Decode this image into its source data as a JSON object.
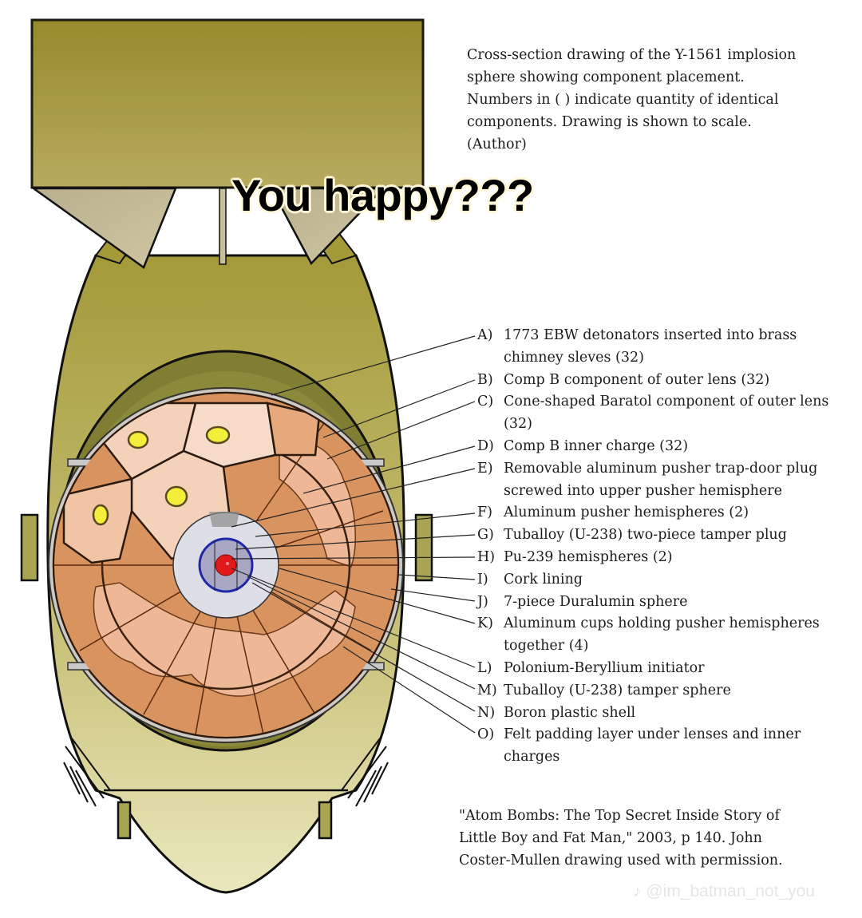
{
  "caption": {
    "lines": [
      "Cross-section drawing of the Y-1561 implosion",
      "sphere showing component placement.",
      "Numbers in ( ) indicate quantity of identical",
      "components.  Drawing is shown to scale.",
      "(Author)"
    ]
  },
  "meme_text": "You happy???",
  "legend": [
    {
      "letter": "A)",
      "text": "1773 EBW detonators inserted into brass chimney sleves (32)"
    },
    {
      "letter": "B)",
      "text": "Comp B component of outer lens (32)"
    },
    {
      "letter": "C)",
      "text": "Cone-shaped Baratol component of outer lens (32)"
    },
    {
      "letter": "D)",
      "text": "Comp B inner charge (32)"
    },
    {
      "letter": "E)",
      "text": "Removable aluminum pusher trap-door plug screwed into upper pusher hemisphere"
    },
    {
      "letter": "F)",
      "text": "Aluminum pusher hemispheres (2)"
    },
    {
      "letter": "G)",
      "text": "Tuballoy (U-238) two-piece tamper plug"
    },
    {
      "letter": "H)",
      "text": "Pu-239 hemispheres (2)"
    },
    {
      "letter": "I)",
      "text": "Cork lining"
    },
    {
      "letter": "J)",
      "text": "7-piece Duralumin sphere"
    },
    {
      "letter": "K)",
      "text": "Aluminum cups holding pusher hemispheres together (4)"
    },
    {
      "letter": "L)",
      "text": "Polonium-Beryllium initiator"
    },
    {
      "letter": "M)",
      "text": "Tuballoy (U-238) tamper sphere"
    },
    {
      "letter": "N)",
      "text": "Boron plastic shell"
    },
    {
      "letter": "O)",
      "text": "Felt padding layer under lenses and inner charges"
    }
  ],
  "source": {
    "lines": [
      "\"Atom Bombs: The Top Secret Inside Story of",
      "Little Boy and Fat Man,\" 2003, p 140.  John",
      "Coster-Mullen drawing used with permission."
    ]
  },
  "watermark": "♪ @im_batman_not_you",
  "colors": {
    "casing_olive": "#a59a45",
    "casing_light": "#e6e2b0",
    "inner_olive": "#7f7e33",
    "lens_orange": "#d9935f",
    "lens_light": "#f0c4a4",
    "lens_pale": "#f6dcc8",
    "detonator_yellow": "#f2ee3a",
    "tamper_grey": "#d8d8e0",
    "pusher_blue": "#2028a8",
    "core_red": "#e01a1a"
  }
}
